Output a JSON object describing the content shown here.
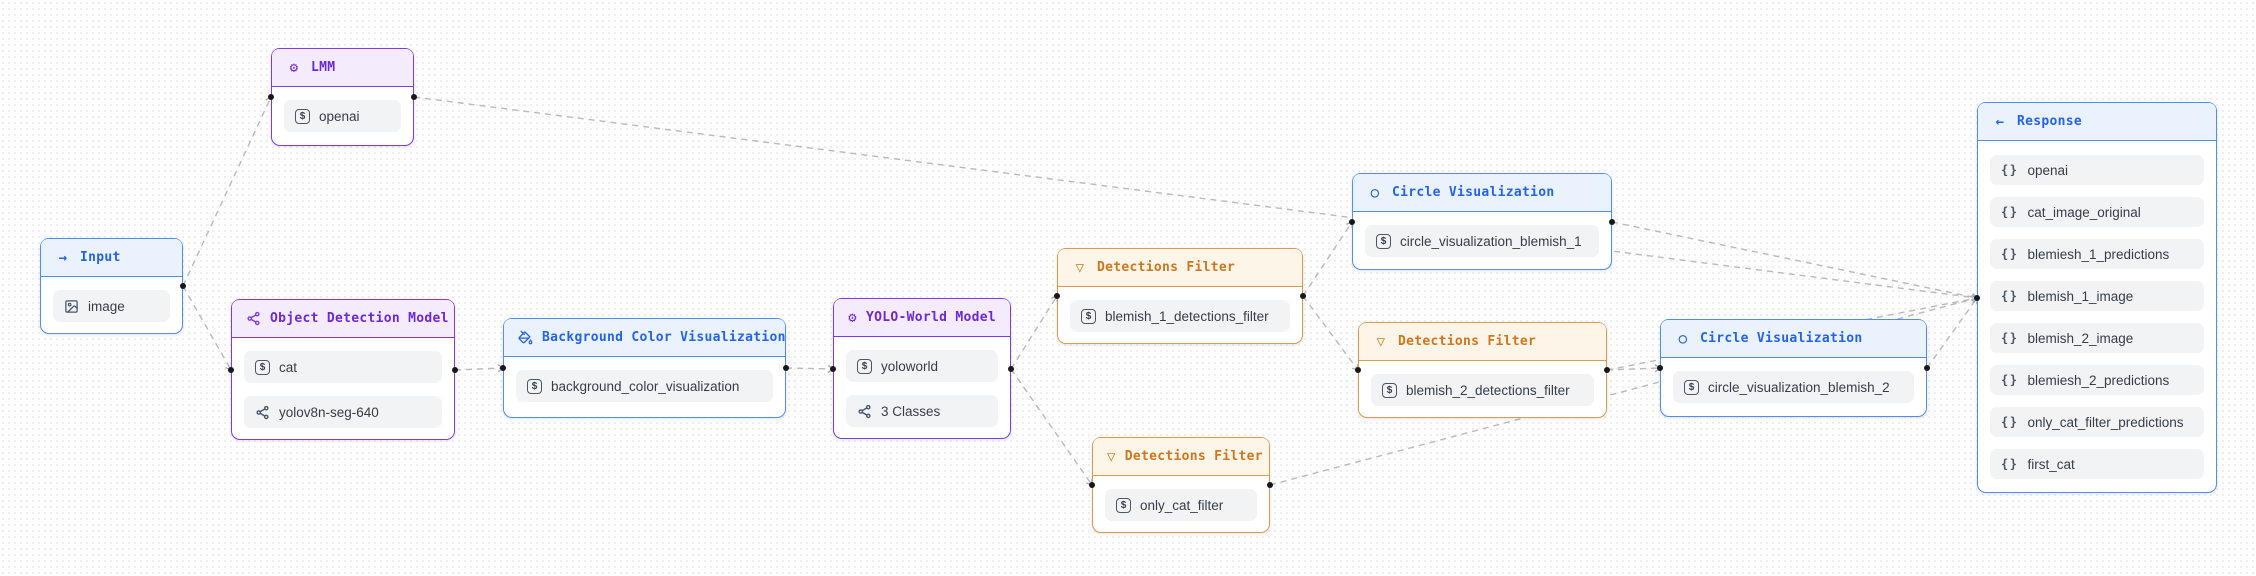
{
  "icons": {
    "gear": "⚙",
    "arrow_right": "→",
    "arrow_left": "←",
    "funnel": "▽",
    "circle": "○",
    "string": "$",
    "braces": "{}"
  },
  "colors": {
    "purple_border": "#7c3aed",
    "purple_header_bg": "#f4ecfd",
    "purple_title": "#6d28d9",
    "blue_border": "#4f8ef7",
    "blue_header_bg": "#eaf2fd",
    "blue_title": "#2563eb",
    "orange_border": "#dd9a4e",
    "orange_header_bg": "#fdf6e8",
    "orange_title": "#d0761f",
    "edge": "#b9babc",
    "chip_bg": "#f2f3f5"
  },
  "nodes": {
    "input": {
      "title": "Input",
      "items": [
        {
          "label": "image"
        }
      ]
    },
    "lmm": {
      "title": "LMM",
      "items": [
        {
          "label": "openai"
        }
      ]
    },
    "object_detection_model": {
      "title": "Object Detection Model",
      "items": [
        {
          "label": "cat"
        },
        {
          "label": "yolov8n-seg-640"
        }
      ]
    },
    "background_color_visualization": {
      "title": "Background Color Visualization",
      "items": [
        {
          "label": "background_color_visualization"
        }
      ]
    },
    "yolo_world_model": {
      "title": "YOLO-World Model",
      "items": [
        {
          "label": "yoloworld"
        },
        {
          "label": "3 Classes"
        }
      ]
    },
    "detections_filter_blemish_1": {
      "title": "Detections Filter",
      "items": [
        {
          "label": "blemish_1_detections_filter"
        }
      ]
    },
    "circle_visualization_blemish_1": {
      "title": "Circle Visualization",
      "items": [
        {
          "label": "circle_visualization_blemish_1"
        }
      ]
    },
    "detections_filter_blemish_2": {
      "title": "Detections Filter",
      "items": [
        {
          "label": "blemish_2_detections_filter"
        }
      ]
    },
    "circle_visualization_blemish_2": {
      "title": "Circle Visualization",
      "items": [
        {
          "label": "circle_visualization_blemish_2"
        }
      ]
    },
    "detections_filter_only_cat": {
      "title": "Detections Filter",
      "items": [
        {
          "label": "only_cat_filter"
        }
      ]
    },
    "response": {
      "title": "Response",
      "items": [
        {
          "label": "openai"
        },
        {
          "label": "cat_image_original"
        },
        {
          "label": "blemiesh_1_predictions"
        },
        {
          "label": "blemish_1_image"
        },
        {
          "label": "blemish_2_image"
        },
        {
          "label": "blemiesh_2_predictions"
        },
        {
          "label": "only_cat_filter_predictions"
        },
        {
          "label": "first_cat"
        }
      ]
    }
  },
  "edges": [
    {
      "from": "input",
      "to": "lmm"
    },
    {
      "from": "input",
      "to": "object_detection_model"
    },
    {
      "from": "lmm",
      "to": "response"
    },
    {
      "from": "object_detection_model",
      "to": "background_color_visualization"
    },
    {
      "from": "background_color_visualization",
      "to": "yolo_world_model"
    },
    {
      "from": "yolo_world_model",
      "to": "detections_filter_blemish_1"
    },
    {
      "from": "yolo_world_model",
      "to": "detections_filter_only_cat"
    },
    {
      "from": "detections_filter_blemish_1",
      "to": "circle_visualization_blemish_1"
    },
    {
      "from": "detections_filter_blemish_1",
      "to": "detections_filter_blemish_2"
    },
    {
      "from": "detections_filter_blemish_2",
      "to": "circle_visualization_blemish_2"
    },
    {
      "from": "circle_visualization_blemish_1",
      "to": "response"
    },
    {
      "from": "detections_filter_blemish_2",
      "to": "response"
    },
    {
      "from": "circle_visualization_blemish_2",
      "to": "response"
    },
    {
      "from": "detections_filter_only_cat",
      "to": "response"
    }
  ]
}
